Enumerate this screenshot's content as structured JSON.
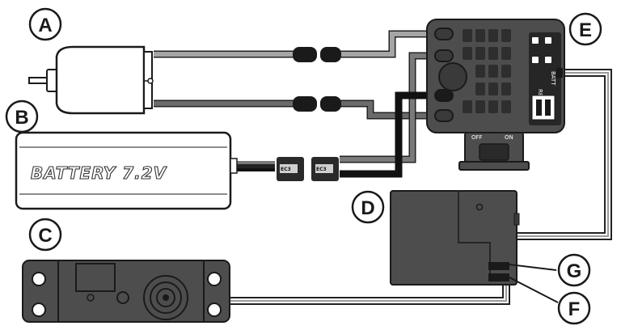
{
  "labels": {
    "motor": "A",
    "battery": "B",
    "servo": "C",
    "receiver": "D",
    "esc": "E",
    "servo_lead_port": "F",
    "esc_lead_port": "G"
  },
  "battery": {
    "text": "BATTERY 7.2V"
  },
  "connector": {
    "brand": "EC3"
  },
  "esc": {
    "switch_off": "OFF",
    "switch_on": "ON",
    "rev_label": "REV",
    "batt_label": "BATT"
  },
  "colors": {
    "wire_dark": "#3a3a3a",
    "wire_light": "#9a9a9a",
    "wire_black": "#111111",
    "component_gray": "#4d4d4d",
    "outline": "#1a1a1a"
  }
}
